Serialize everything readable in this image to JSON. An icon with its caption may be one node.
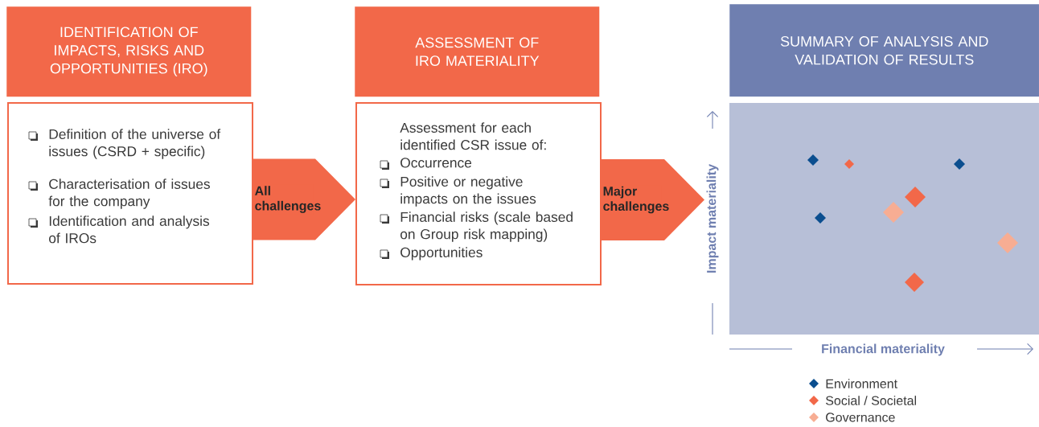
{
  "diagram": {
    "nodes": [
      {
        "text": [
          "IDENTIFICATION OF IMPACTS, RISKS AND OPPORTUNITIES (IRO)"
        ]
      },
      {
        "text": [
          "Definition of the universe of issues (CSRD + specific)",
          "Characterisation of issues for the company",
          "Identification and analysis of IROs"
        ]
      },
      {
        "text": [
          "ASSESSMENT OF IRO MATERIALITY"
        ]
      },
      {
        "text": [
          "Assessment for each identified CSR issue of:",
          "Occurrence",
          "Positive or negative impacts on the issues",
          "Financial risks (scale based on Group risk mapping)",
          "Opportunities"
        ]
      },
      {
        "text": [
          "SUMMARY OF ANALYSIS AND VALIDATION OF RESULTS"
        ]
      },
      {
        "text": [],
        "shape": "box"
      }
    ],
    "edges": [
      {
        "from": 1,
        "to": 3,
        "arrow": "to",
        "label": "All challenges"
      },
      {
        "from": 3,
        "to": 5,
        "arrow": "to",
        "label": "Major challenges"
      }
    ],
    "labels": [
      "Impact materiality",
      "Financial materiality"
    ],
    "legend": [
      {
        "text": "Environment",
        "color": "#0b4e8f"
      },
      {
        "text": "Social / Societal",
        "color": "#f26849"
      },
      {
        "text": "Governance",
        "color": "#f7ad93"
      }
    ]
  }
}
